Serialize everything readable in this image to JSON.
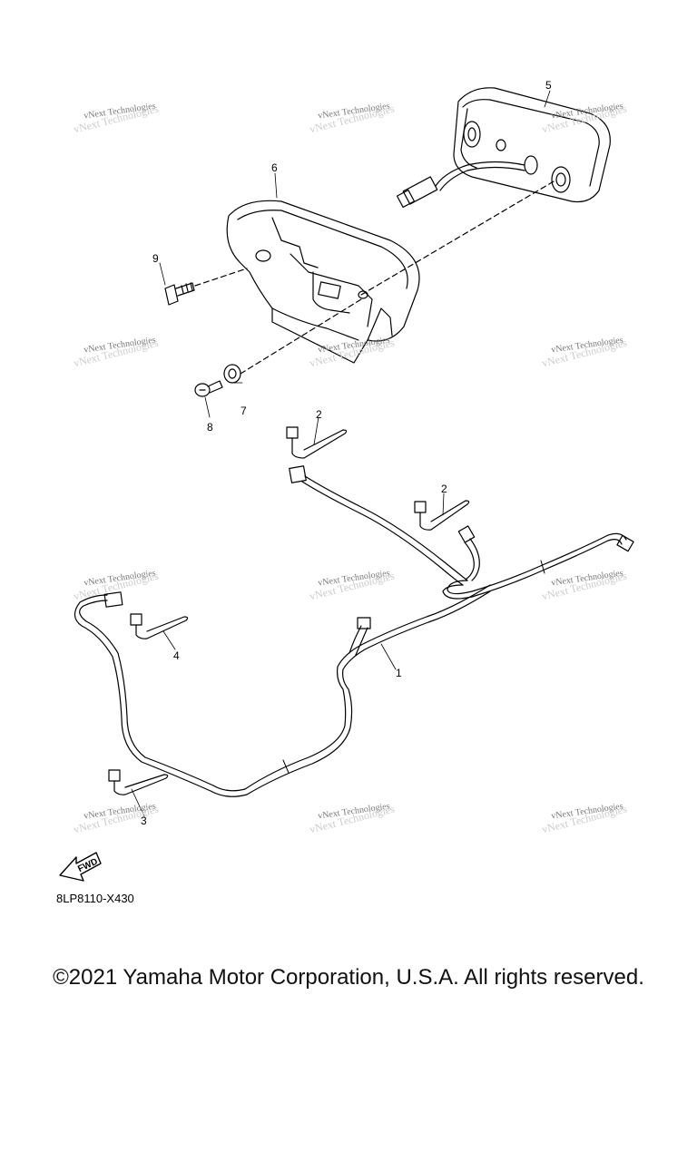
{
  "watermark": {
    "text": "vNext Technologies"
  },
  "callouts": {
    "c1": "1",
    "c2a": "2",
    "c2b": "2",
    "c3": "3",
    "c4": "4",
    "c5": "5",
    "c6": "6",
    "c7": "7",
    "c8": "8",
    "c9": "9"
  },
  "fwd_label": "FWD",
  "diagram_code": "8LP8110-X430",
  "copyright": "©2021 Yamaha Motor Corporation, U.S.A. All rights reserved.",
  "icons": [
    "fwd-arrow-icon"
  ]
}
